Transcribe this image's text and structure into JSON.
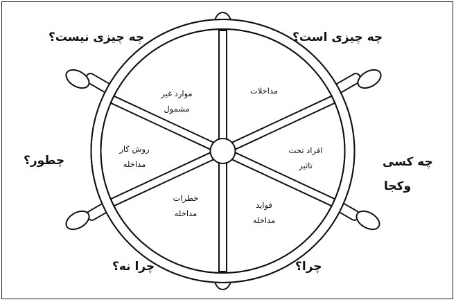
{
  "questions": {
    "what_is_it": "چه چیزی است؟",
    "what_is_not": "چه چیزی نیست؟",
    "how": "چطور؟",
    "who_line1": "چه کسی",
    "who_line2": "وکجا",
    "why": "چرا؟",
    "why_not": "چرا نه؟"
  },
  "segments": {
    "interventions": "مداخلات",
    "unrelated_line1": "موارد غیر",
    "unrelated_line2": "مشمول",
    "affected_line1": "افراد تحت",
    "affected_line2": "تاثیر",
    "method_line1": "روش کار",
    "method_line2": "مداخله",
    "benefits_line1": "فواید",
    "benefits_line2": "مداخله",
    "risks_line1": "خطرات",
    "risks_line2": "مداخله"
  }
}
